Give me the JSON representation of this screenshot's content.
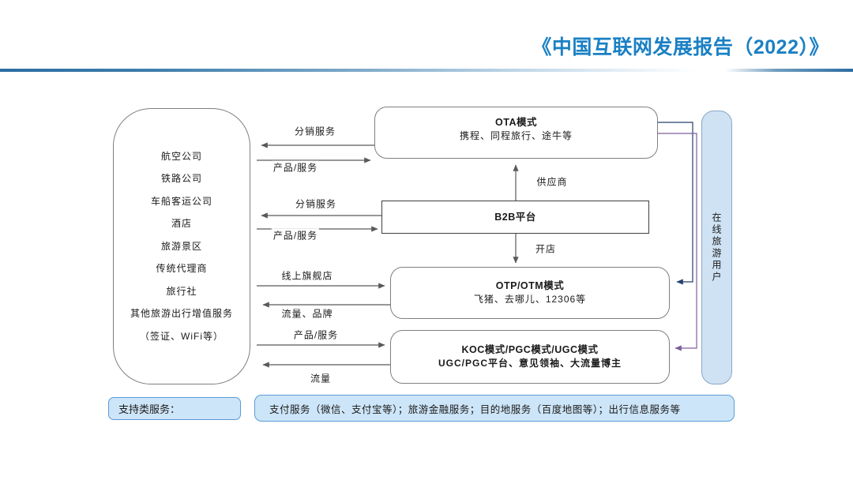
{
  "header": {
    "title": "《中国互联网发展报告（2022）》"
  },
  "suppliers": {
    "items": [
      "航空公司",
      "铁路公司",
      "车船客运公司",
      "酒店",
      "旅游景区",
      "传统代理商",
      "旅行社",
      "其他旅游出行增值服务（签证、WiFi等）"
    ]
  },
  "nodes": {
    "ota": {
      "title": "OTA模式",
      "subtitle": "携程、同程旅行、途牛等"
    },
    "b2b": {
      "title": "B2B平台"
    },
    "otp": {
      "title": "OTP/OTM模式",
      "subtitle": "飞猪、去哪儿、12306等"
    },
    "koc": {
      "title": "KOC模式/PGC模式/UGC模式",
      "subtitle": "UGC/PGC平台、意见领袖、大流量博主"
    },
    "users": {
      "title": "在线旅游用户"
    }
  },
  "edge_labels": {
    "distribution_service_1": "分销服务",
    "product_service_1": "产品/服务",
    "distribution_service_2": "分销服务",
    "product_service_2": "产品/服务",
    "online_flagship_store": "线上旗舰店",
    "traffic_brand": "流量、品牌",
    "product_service_3": "产品/服务",
    "traffic": "流量",
    "supplier": "供应商",
    "open_store": "开店"
  },
  "support": {
    "label": "支持类服务：",
    "services": "支付服务（微信、支付宝等）；旅游金融服务；目的地服务（百度地图等）；出行信息服务等"
  },
  "colors": {
    "title_blue": "#1a80c4",
    "users_fill": "#cfe2f4",
    "users_border": "#8aa7c4",
    "support_fill": "#cde5f8",
    "support_border": "#5b9bd5",
    "node_border": "#7f7f7f",
    "b2b_border": "#3f3f3f",
    "arrow_gray": "#595959",
    "connector_navy": "#24406e",
    "connector_purple": "#7c5d9e",
    "text": "#1a1a1a"
  }
}
